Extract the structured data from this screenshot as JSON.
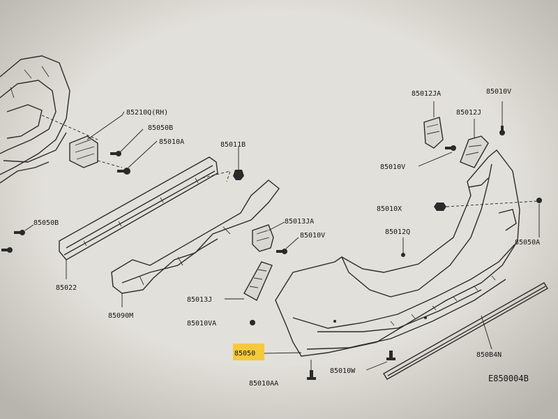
{
  "parts": {
    "p85210Q": "85210Q(RH)",
    "p85050B_top": "85050B",
    "p85010A": "85010A",
    "p85011B": "85011B",
    "p85050B_left": "85050B",
    "p85022": "85022",
    "p85090M": "85090M",
    "p85013JA": "85013JA",
    "p85010V_mid": "85010V",
    "p85013J": "85013J",
    "p85010VA": "85010VA",
    "p85050": "85050",
    "p85010AA": "85010AA",
    "p85010W": "85010W",
    "p85012JA": "85012JA",
    "p85010V_top": "85010V",
    "p85012J": "85012J",
    "p85010V_right": "85010V",
    "p85010X": "85010X",
    "p85012Q": "85012Q",
    "p85050A": "85050A",
    "p850B4N": "850B4N"
  },
  "diagram_code": "E850004B",
  "colors": {
    "highlight": "#f7c62a",
    "paper": "#dcdad4",
    "ink": "#2b2b2b"
  }
}
